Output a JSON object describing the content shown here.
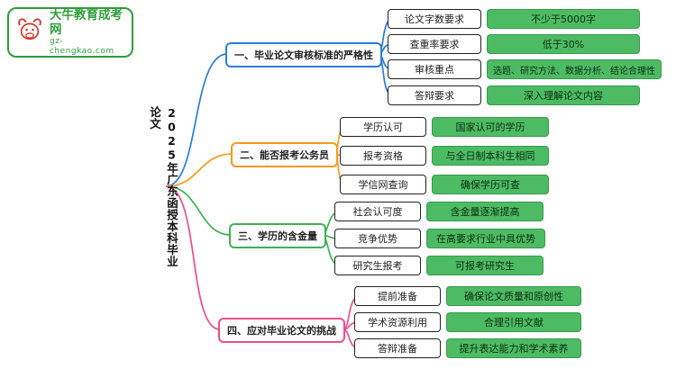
{
  "logo": {
    "title": "大牛教育成考网",
    "subtitle": "gz-chengkao.com"
  },
  "root": {
    "label": "2025年广东函授本科毕业论文"
  },
  "colors": {
    "branch1": "#2b7cd8",
    "branch2": "#f29b1d",
    "branch3": "#3db153",
    "branch4": "#ef4d8e",
    "value_fill": "#4dbb63",
    "logo_green": "#2e9e3a"
  },
  "branches": [
    {
      "label": "一、毕业论文审核标准的严格性",
      "items": [
        {
          "label": "论文字数要求",
          "value": "不少于5000字"
        },
        {
          "label": "查重率要求",
          "value": "低于30%"
        },
        {
          "label": "审核重点",
          "value": "选题、研究方法、数据分析、结论合理性"
        },
        {
          "label": "答辩要求",
          "value": "深入理解论文内容"
        }
      ]
    },
    {
      "label": "二、能否报考公务员",
      "items": [
        {
          "label": "学历认可",
          "value": "国家认可的学历"
        },
        {
          "label": "报考资格",
          "value": "与全日制本科生相同"
        },
        {
          "label": "学信网查询",
          "value": "确保学历可查"
        }
      ]
    },
    {
      "label": "三、学历的含金量",
      "items": [
        {
          "label": "社会认可度",
          "value": "含金量逐渐提高"
        },
        {
          "label": "竞争优势",
          "value": "在高要求行业中具优势"
        },
        {
          "label": "研究生报考",
          "value": "可报考研究生"
        }
      ]
    },
    {
      "label": "四、应对毕业论文的挑战",
      "items": [
        {
          "label": "提前准备",
          "value": "确保论文质量和原创性"
        },
        {
          "label": "学术资源利用",
          "value": "合理引用文献"
        },
        {
          "label": "答辩准备",
          "value": "提升表达能力和学术素养"
        }
      ]
    }
  ]
}
